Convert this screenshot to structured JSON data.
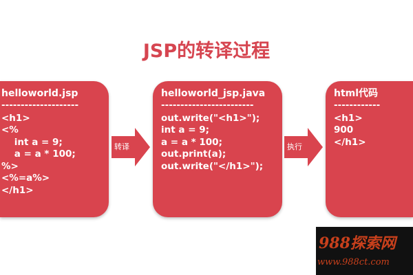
{
  "title": "JSP的转译过程",
  "boxes": [
    {
      "header": "helloworld.jsp",
      "divider": "--------------------",
      "code": "<h1>\n<%\n    int a = 9;\n    a = a * 100;\n%>\n<%=a%>\n</h1>"
    },
    {
      "header": "helloworld_jsp.java",
      "divider": "------------------------",
      "code": "out.write(\"<h1>\");\nint a = 9;\na = a * 100;\nout.print(a);\nout.write(\"</h1>\");"
    },
    {
      "header": "html代码",
      "divider": "------------",
      "code": "<h1>\n900\n</h1>"
    }
  ],
  "arrows": [
    "转译",
    "执行"
  ],
  "watermark": {
    "name": "988探索网",
    "url": "www.988ct.com"
  }
}
